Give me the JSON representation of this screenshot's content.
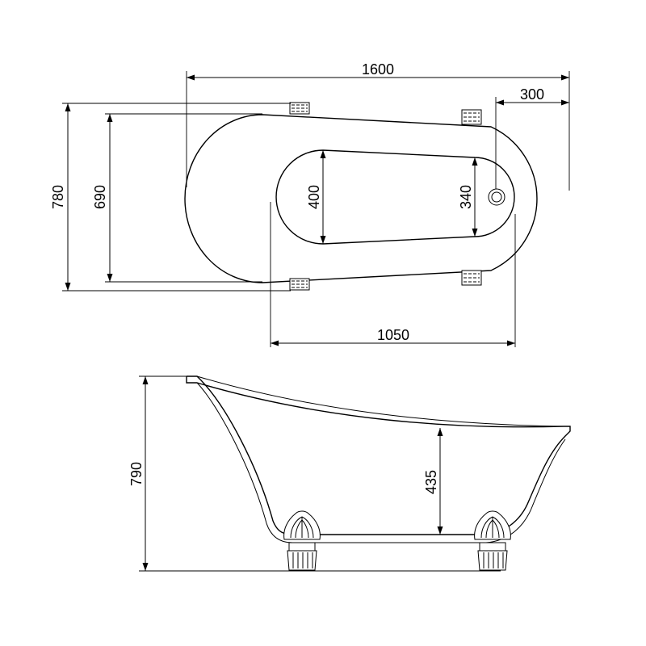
{
  "top_view": {
    "dimensions": {
      "overall_length": "1600",
      "waste_offset": "300",
      "overall_width": "780",
      "base_width": "690",
      "inner_width_head": "400",
      "inner_width_foot": "340",
      "inner_length": "1050"
    }
  },
  "side_view": {
    "dimensions": {
      "overall_height": "790",
      "inner_depth": "435"
    }
  }
}
